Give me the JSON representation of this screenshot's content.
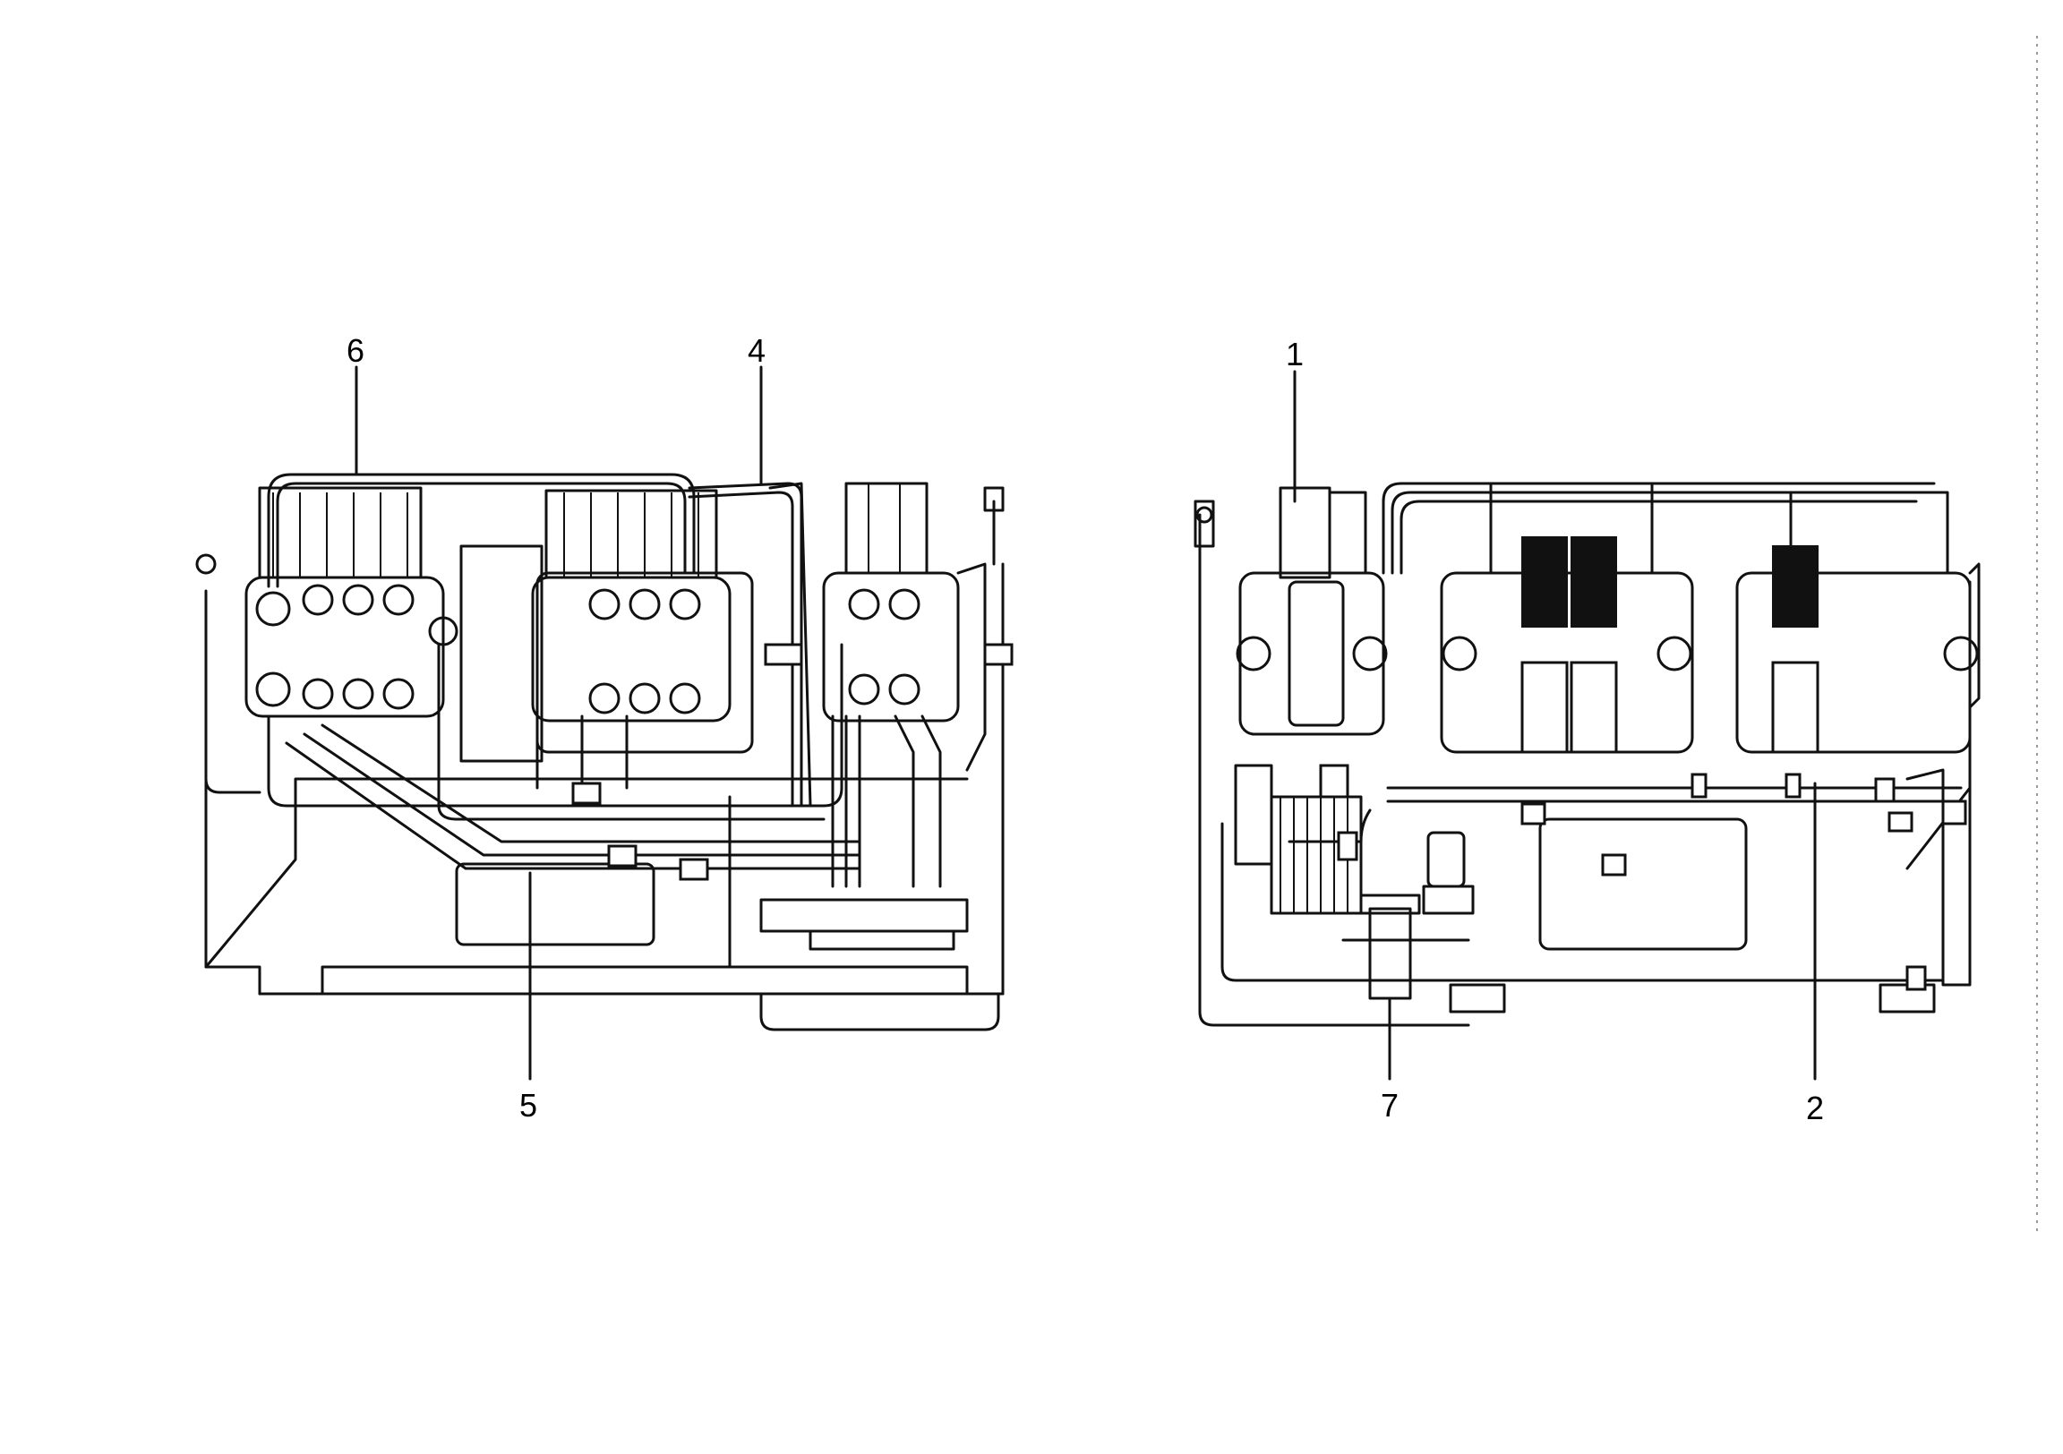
{
  "callouts": {
    "c1": "1",
    "c2": "2",
    "c4": "4",
    "c5": "5",
    "c6": "6",
    "c7": "7"
  }
}
